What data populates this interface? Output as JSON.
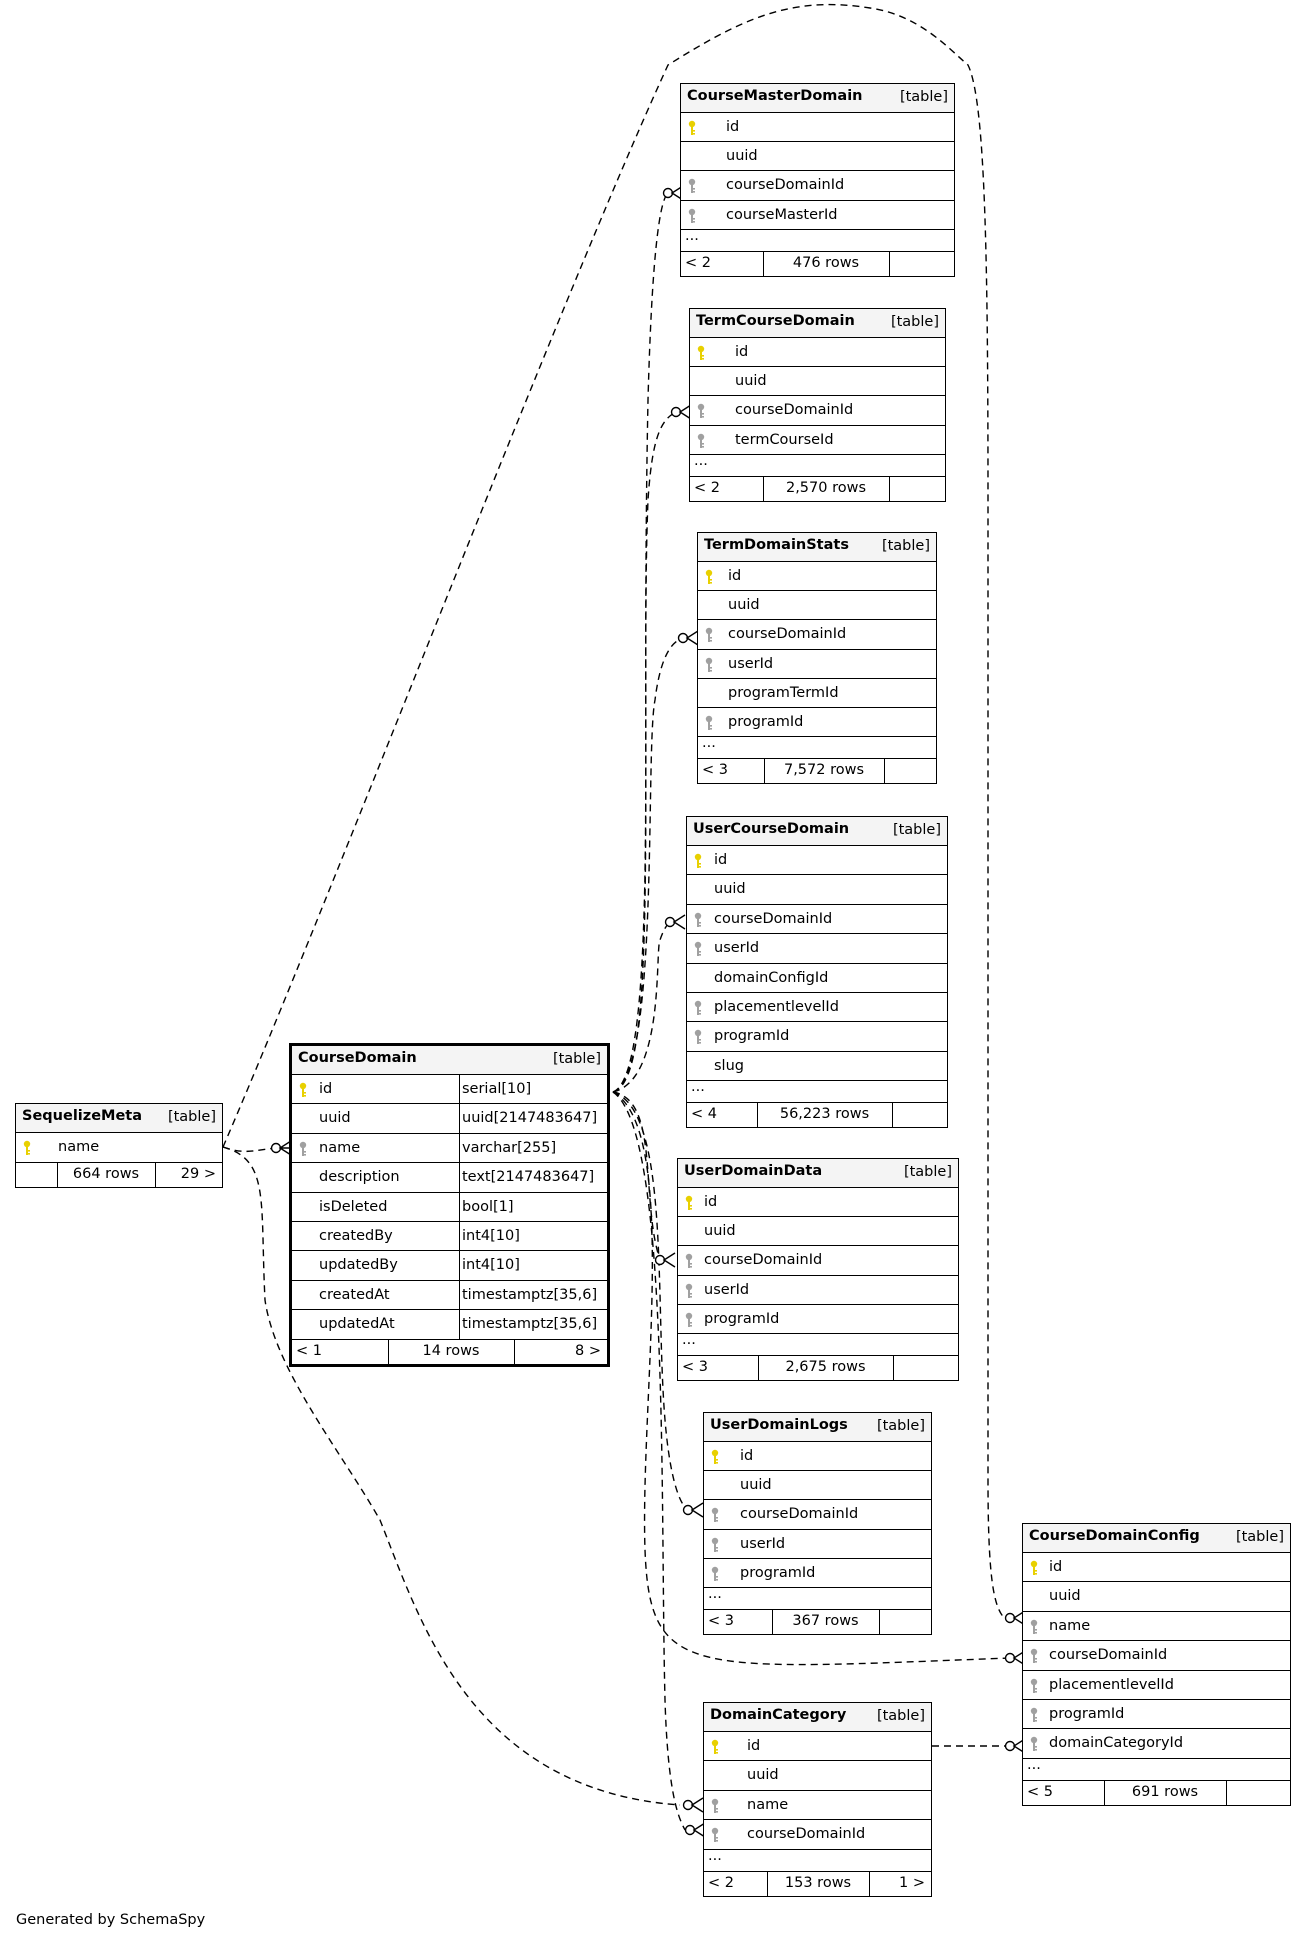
{
  "footer": "Generated by SchemaSpy",
  "colors": {
    "primary_key": "#e8d000",
    "foreign_key": "#a0a0a0",
    "header_bg": "#f4f4f4"
  },
  "tables": {
    "course_master_domain": {
      "name": "CourseMasterDomain",
      "type": "[table]",
      "columns": [
        {
          "name": "id",
          "key": "primary-key"
        },
        {
          "name": "uuid",
          "key": ""
        },
        {
          "name": "courseDomainId",
          "key": "foreign-key"
        },
        {
          "name": "courseMasterId",
          "key": "foreign-key"
        }
      ],
      "more": "...",
      "parents": "< 2",
      "rows": "476 rows",
      "children": ""
    },
    "term_course_domain": {
      "name": "TermCourseDomain",
      "type": "[table]",
      "columns": [
        {
          "name": "id",
          "key": "primary-key"
        },
        {
          "name": "uuid",
          "key": ""
        },
        {
          "name": "courseDomainId",
          "key": "foreign-key"
        },
        {
          "name": "termCourseId",
          "key": "foreign-key"
        }
      ],
      "more": "...",
      "parents": "< 2",
      "rows": "2,570 rows",
      "children": ""
    },
    "term_domain_stats": {
      "name": "TermDomainStats",
      "type": "[table]",
      "columns": [
        {
          "name": "id",
          "key": "primary-key"
        },
        {
          "name": "uuid",
          "key": ""
        },
        {
          "name": "courseDomainId",
          "key": "foreign-key"
        },
        {
          "name": "userId",
          "key": "foreign-key"
        },
        {
          "name": "programTermId",
          "key": ""
        },
        {
          "name": "programId",
          "key": "foreign-key"
        }
      ],
      "more": "...",
      "parents": "< 3",
      "rows": "7,572 rows",
      "children": ""
    },
    "user_course_domain": {
      "name": "UserCourseDomain",
      "type": "[table]",
      "columns": [
        {
          "name": "id",
          "key": "primary-key"
        },
        {
          "name": "uuid",
          "key": ""
        },
        {
          "name": "courseDomainId",
          "key": "foreign-key"
        },
        {
          "name": "userId",
          "key": "foreign-key"
        },
        {
          "name": "domainConfigId",
          "key": ""
        },
        {
          "name": "placementlevelId",
          "key": "foreign-key"
        },
        {
          "name": "programId",
          "key": "foreign-key"
        },
        {
          "name": "slug",
          "key": ""
        }
      ],
      "more": "...",
      "parents": "< 4",
      "rows": "56,223 rows",
      "children": ""
    },
    "user_domain_data": {
      "name": "UserDomainData",
      "type": "[table]",
      "columns": [
        {
          "name": "id",
          "key": "primary-key"
        },
        {
          "name": "uuid",
          "key": ""
        },
        {
          "name": "courseDomainId",
          "key": "foreign-key"
        },
        {
          "name": "userId",
          "key": "foreign-key"
        },
        {
          "name": "programId",
          "key": "foreign-key"
        }
      ],
      "more": "...",
      "parents": "< 3",
      "rows": "2,675 rows",
      "children": ""
    },
    "user_domain_logs": {
      "name": "UserDomainLogs",
      "type": "[table]",
      "columns": [
        {
          "name": "id",
          "key": "primary-key"
        },
        {
          "name": "uuid",
          "key": ""
        },
        {
          "name": "courseDomainId",
          "key": "foreign-key"
        },
        {
          "name": "userId",
          "key": "foreign-key"
        },
        {
          "name": "programId",
          "key": "foreign-key"
        }
      ],
      "more": "...",
      "parents": "< 3",
      "rows": "367 rows",
      "children": ""
    },
    "domain_category": {
      "name": "DomainCategory",
      "type": "[table]",
      "columns": [
        {
          "name": "id",
          "key": "primary-key"
        },
        {
          "name": "uuid",
          "key": ""
        },
        {
          "name": "name",
          "key": "foreign-key"
        },
        {
          "name": "courseDomainId",
          "key": "foreign-key"
        }
      ],
      "more": "...",
      "parents": "< 2",
      "rows": "153 rows",
      "children": "1 >"
    },
    "course_domain_config": {
      "name": "CourseDomainConfig",
      "type": "[table]",
      "columns": [
        {
          "name": "id",
          "key": "primary-key"
        },
        {
          "name": "uuid",
          "key": ""
        },
        {
          "name": "name",
          "key": "foreign-key"
        },
        {
          "name": "courseDomainId",
          "key": "foreign-key"
        },
        {
          "name": "placementlevelId",
          "key": "foreign-key"
        },
        {
          "name": "programId",
          "key": "foreign-key"
        },
        {
          "name": "domainCategoryId",
          "key": "foreign-key"
        }
      ],
      "more": "...",
      "parents": "< 5",
      "rows": "691 rows",
      "children": ""
    },
    "sequelize_meta": {
      "name": "SequelizeMeta",
      "type": "[table]",
      "columns": [
        {
          "name": "name",
          "key": "primary-key"
        }
      ],
      "more": null,
      "parents": "",
      "rows": "664 rows",
      "children": "29 >"
    },
    "course_domain": {
      "name": "CourseDomain",
      "type": "[table]",
      "columns": [
        {
          "name": "id",
          "key": "primary-key",
          "type": "serial[10]"
        },
        {
          "name": "uuid",
          "key": "",
          "type": "uuid[2147483647]"
        },
        {
          "name": "name",
          "key": "foreign-key",
          "type": "varchar[255]"
        },
        {
          "name": "description",
          "key": "",
          "type": "text[2147483647]"
        },
        {
          "name": "isDeleted",
          "key": "",
          "type": "bool[1]"
        },
        {
          "name": "createdBy",
          "key": "",
          "type": "int4[10]"
        },
        {
          "name": "updatedBy",
          "key": "",
          "type": "int4[10]"
        },
        {
          "name": "createdAt",
          "key": "",
          "type": "timestamptz[35,6]"
        },
        {
          "name": "updatedAt",
          "key": "",
          "type": "timestamptz[35,6]"
        }
      ],
      "more": null,
      "parents": "< 1",
      "rows": "14 rows",
      "children": "8 >"
    }
  }
}
